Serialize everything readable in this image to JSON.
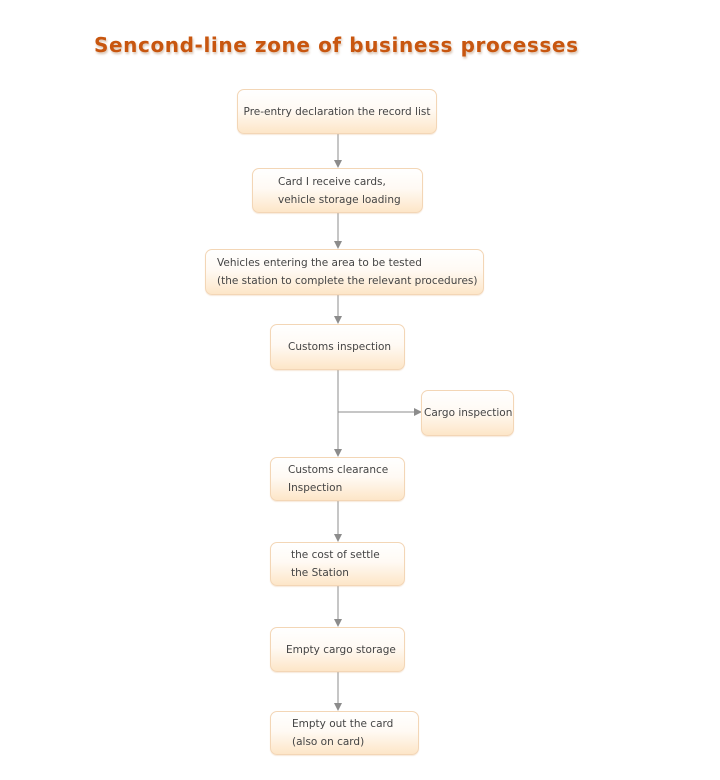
{
  "title": "Sencond-line zone of business processes",
  "colors": {
    "title": "#c8560f",
    "box_border": "#f3d6b6",
    "box_fill_top": "#ffffff",
    "box_fill_bottom": "#fde6c8",
    "connector": "#8c8c8c",
    "text": "#444444"
  },
  "steps": [
    {
      "lines": [
        "Pre-entry declaration the record list"
      ]
    },
    {
      "lines": [
        "Card I receive cards,",
        "vehicle storage loading"
      ]
    },
    {
      "lines": [
        "Vehicles entering the area to be tested",
        "(the station to complete the relevant procedures)"
      ]
    },
    {
      "lines": [
        "Customs inspection"
      ]
    },
    {
      "lines": [
        "Customs clearance",
        "Inspection"
      ]
    },
    {
      "lines": [
        "the cost of settle",
        "the Station"
      ]
    },
    {
      "lines": [
        "Empty cargo storage"
      ]
    },
    {
      "lines": [
        "Empty out the card",
        "(also on card)"
      ]
    }
  ],
  "branch": {
    "lines": [
      "Cargo inspection"
    ]
  }
}
